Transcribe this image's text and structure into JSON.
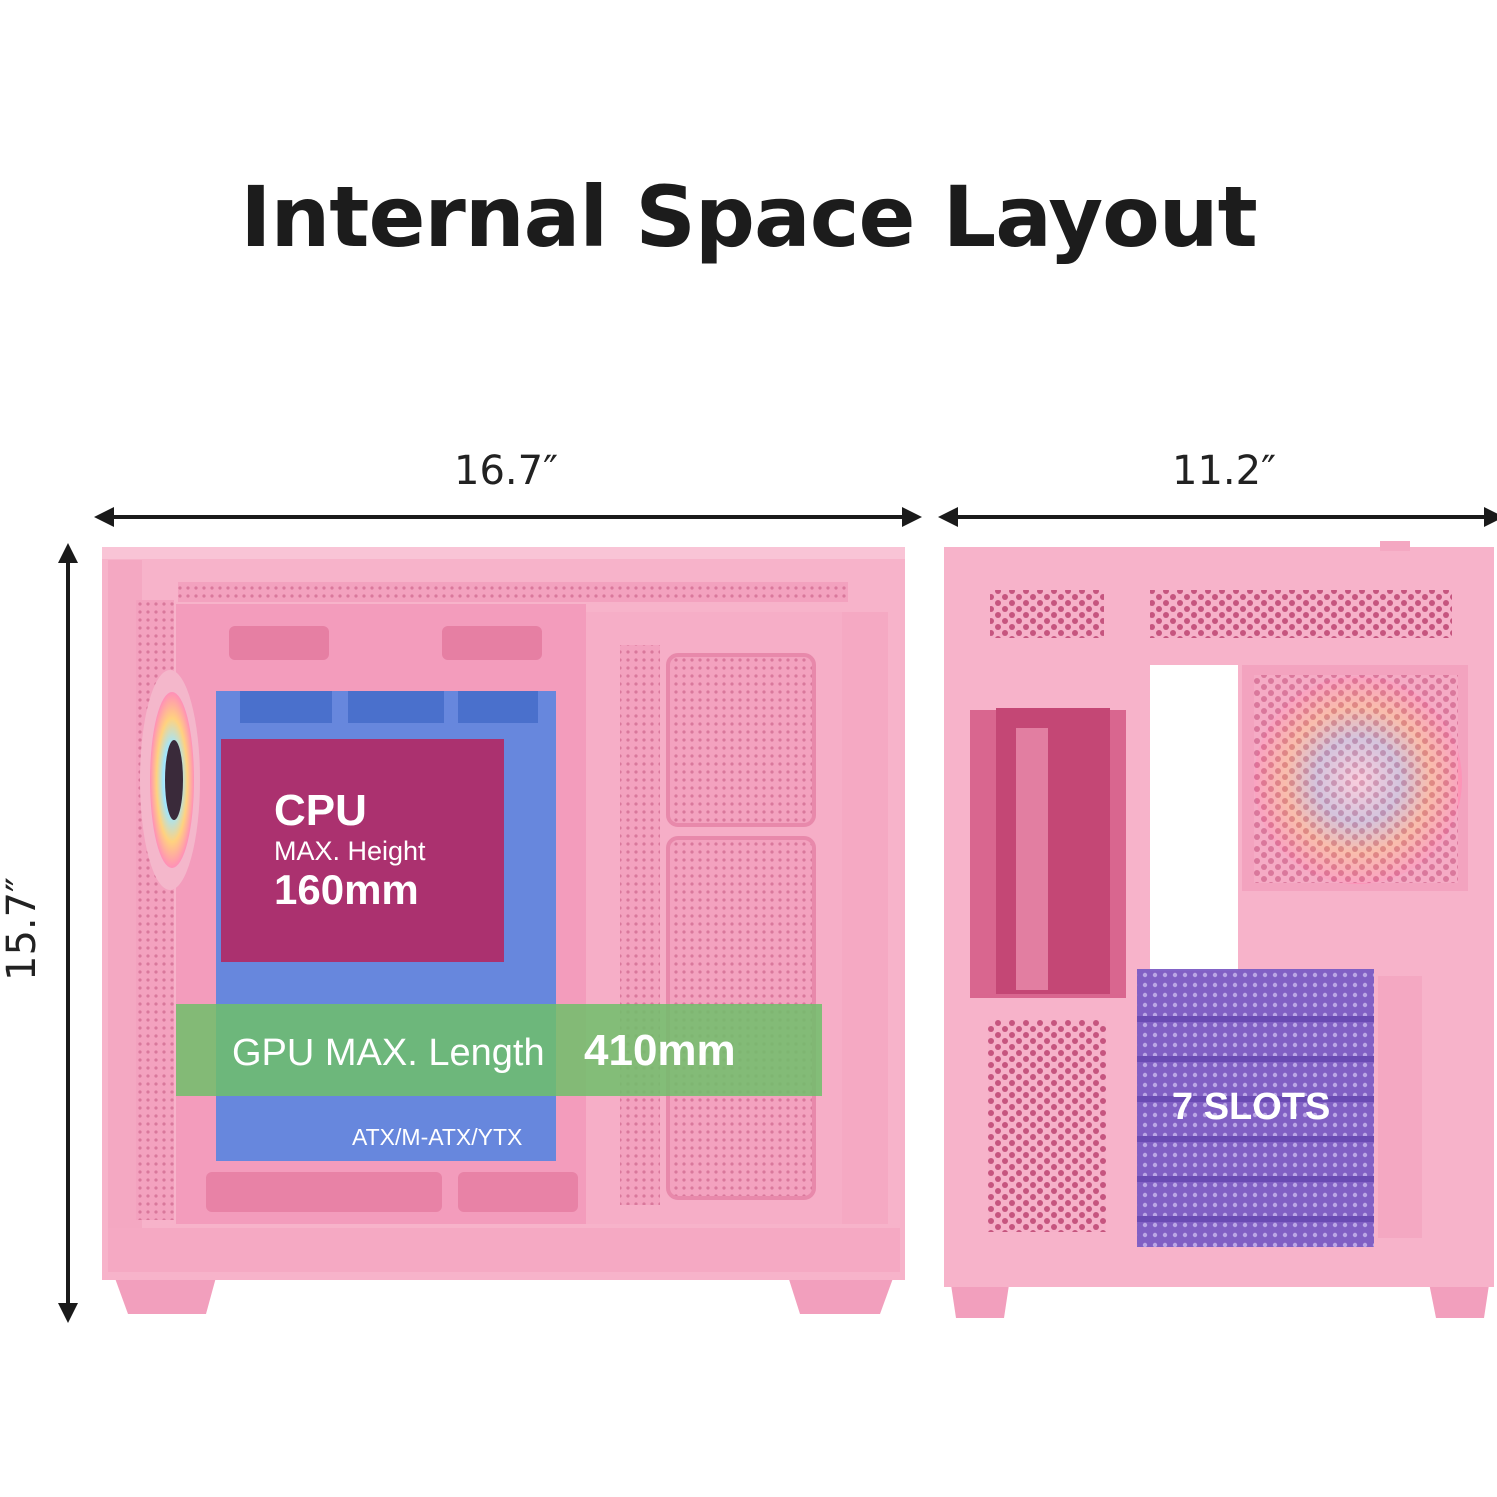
{
  "title": "Internal Space Layout",
  "dimensions": {
    "width_left": "16.7″",
    "width_right": "11.2″",
    "height": "15.7″"
  },
  "cpu": {
    "label": "CPU",
    "sub": "MAX. Height",
    "value": "160mm"
  },
  "gpu": {
    "label": "GPU MAX. Length",
    "value": "410mm"
  },
  "motherboard": {
    "label": "ATX/M-ATX/YTX"
  },
  "slots": {
    "label": "7 SLOTS"
  },
  "colors": {
    "case_pink": "#f4a8c3",
    "motherboard_blue": "#5b86e0",
    "cpu_magenta": "#b02a66",
    "gpu_green": "#6fbf6a",
    "slots_purple": "#7b5cc4"
  }
}
